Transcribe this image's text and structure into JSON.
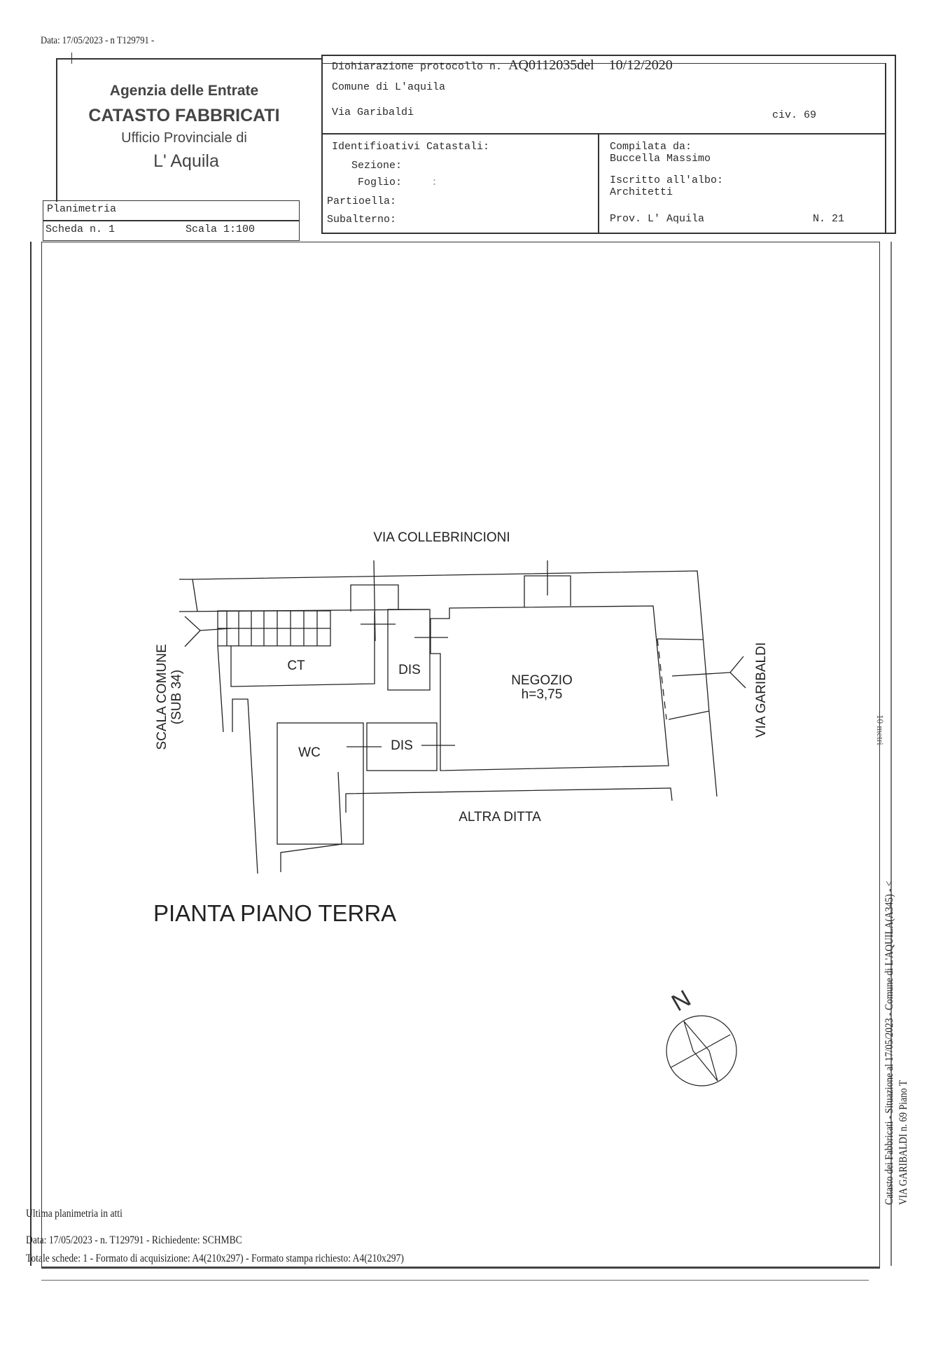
{
  "top_stamp": "Data: 17/05/2023 - n  T129791 -",
  "agency": {
    "line1": "Agenzia delle Entrate",
    "line2": "CATASTO FABBRICATI",
    "line3": "Ufficio Provinciale di",
    "line4": "L' Aquila"
  },
  "protocol": {
    "label": "Diohiarazione protocollo n.",
    "number": "AQ0112035del",
    "date": "10/12/2020",
    "comune": "Comune di L'aquila",
    "via": "Via Garibaldi",
    "civ": "civ. 69"
  },
  "identifiers": {
    "title": "Identifioativi Catastali:",
    "sezione": "Sezione:",
    "foglio": "Foglio:",
    "foglio_mark": ":",
    "particella": "Partioella:",
    "subalterno": "Subalterno:"
  },
  "compiler": {
    "label": "Compilata da:",
    "name": "Buccella Massimo",
    "albo_label": "Iscritto all'albo:",
    "albo": "Architetti",
    "prov": "Prov. L' Aquila",
    "number": "N. 21"
  },
  "sheet": {
    "title": "Planimetria",
    "scheda": "Scheda n. 1",
    "scala": "Scala 1:100"
  },
  "plan": {
    "street_top": "VIA COLLEBRINCIONI",
    "street_right": "VIA GARIBALDI",
    "stair_label1": "SCALA COMUNE",
    "stair_label2": "(SUB 34)",
    "rooms": {
      "ct": "CT",
      "dis_top": "DIS",
      "negozio": "NEGOZIO",
      "negozio_height": "h=3,75",
      "wc": "WC",
      "dis_bottom": "DIS",
      "altra_ditta": "ALTRA DITTA"
    },
    "floor_title": "PIANTA PIANO TERRA",
    "north": "N",
    "scale_note": "10 metri"
  },
  "side_text": {
    "line1": "Catasto dei Fabbricati - Situazione al 17/05/2023 - Comune di L'AQUILA(A345) - <",
    "line2": "VIA GARIBALDI n. 69 Piano T"
  },
  "footer": {
    "last": "Ultima planimetria in atti",
    "data_line": "Data: 17/05/2023 - n. T129791 - Richiedente: SCHMBC",
    "totale_line": "Totale schede: 1 - Formato di acquisizione: A4(210x297) - Formato stampa richiesto: A4(210x297)"
  }
}
